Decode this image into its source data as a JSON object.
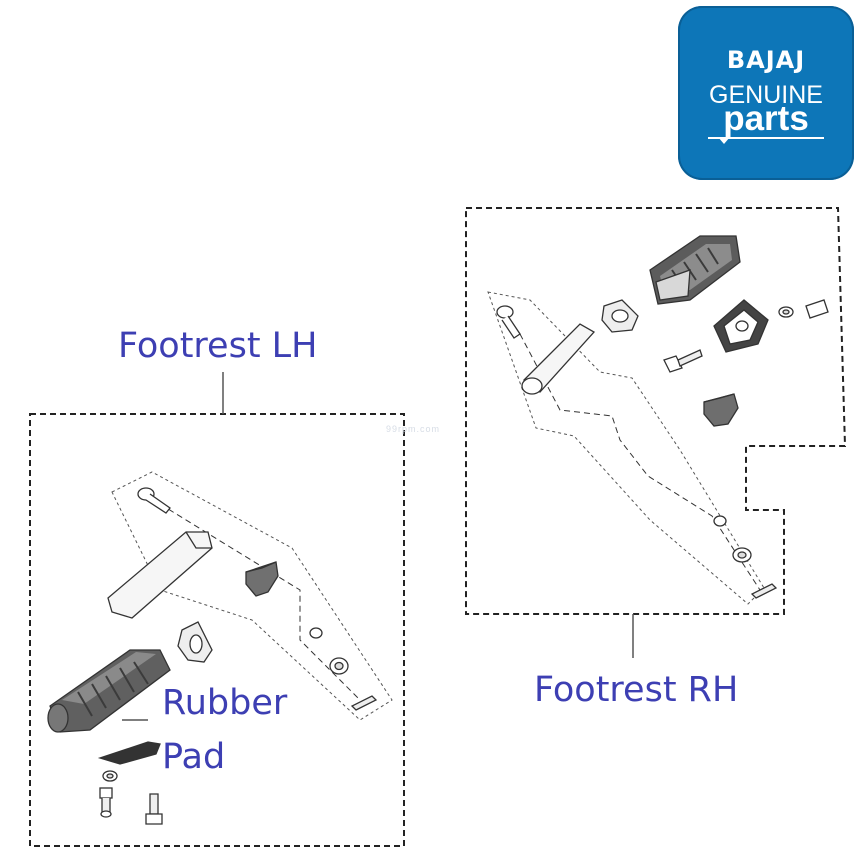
{
  "logo": {
    "brand": "BAJAJ",
    "line1": "GENUINE",
    "line2": "parts",
    "color": "#0d76b8"
  },
  "labels": {
    "footrest_lh": "Footrest LH",
    "footrest_rh": "Footrest RH",
    "rubber": "Rubber",
    "pad": "Pad"
  },
  "watermark": "99rpm.com",
  "colors": {
    "label": "#3d3fb3",
    "line": "#333333"
  }
}
